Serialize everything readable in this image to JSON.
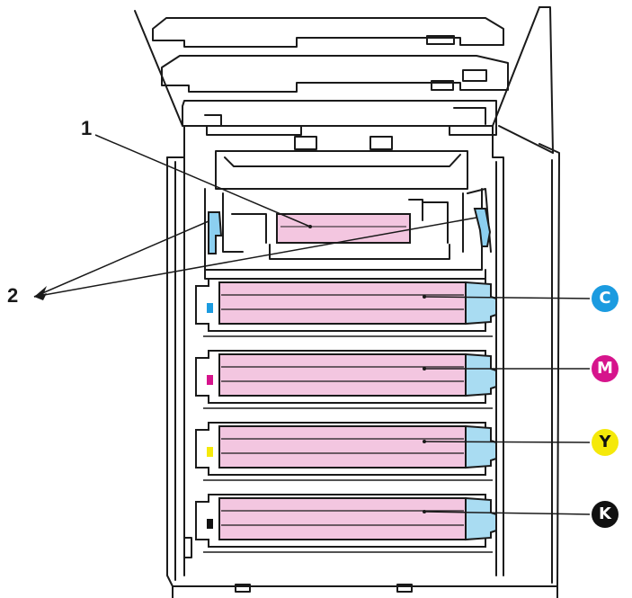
{
  "callouts": {
    "one": "1",
    "two": "2"
  },
  "badges": [
    {
      "letter": "C",
      "color": "#1b9be0",
      "text_color": "#ffffff"
    },
    {
      "letter": "M",
      "color": "#d6148c",
      "text_color": "#ffffff"
    },
    {
      "letter": "Y",
      "color": "#f5e90a",
      "text_color": "#111111"
    },
    {
      "letter": "K",
      "color": "#111111",
      "text_color": "#ffffff"
    }
  ],
  "colors": {
    "line": "#1a1a1a",
    "drum_pink": "#f3c6e0",
    "toner_blue": "#a9dcf2",
    "latch_blue": "#8ccff0",
    "fuser_pink": "#f3c6e0"
  }
}
